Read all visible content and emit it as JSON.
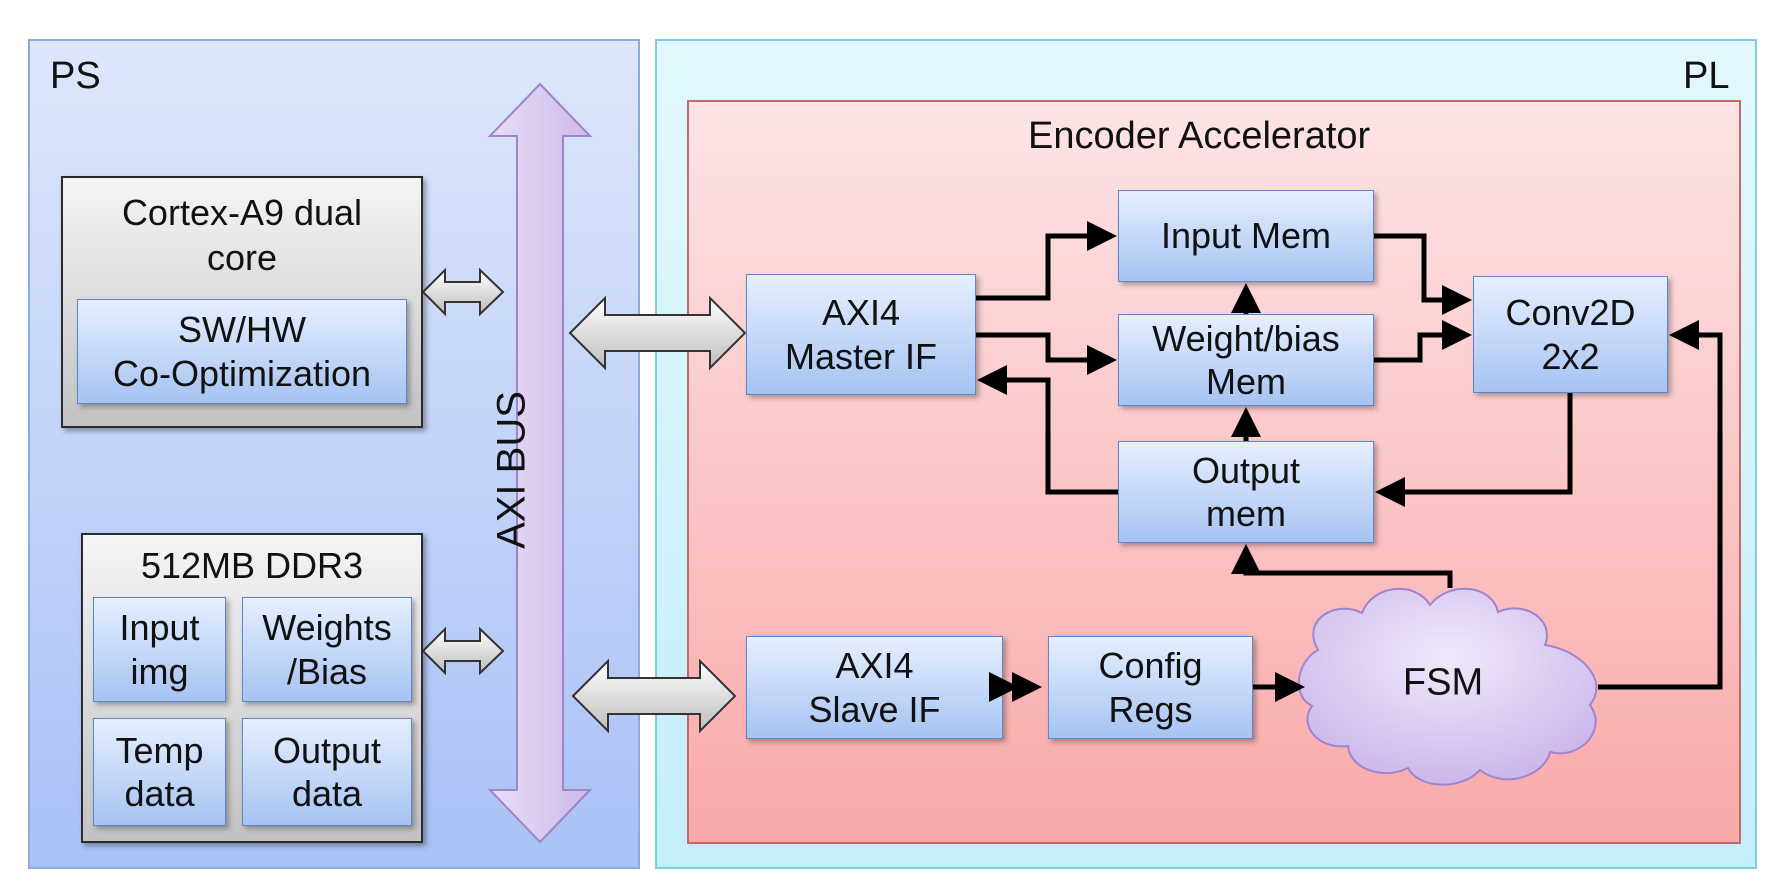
{
  "ps": {
    "label": "PS",
    "cpu": {
      "title_line1": "Cortex-A9 dual",
      "title_line2": "core",
      "sub_line1": "SW/HW",
      "sub_line2": "Co-Optimization"
    },
    "ddr": {
      "title": "512MB DDR3",
      "cells": [
        {
          "line1": "Input",
          "line2": "img"
        },
        {
          "line1": "Weights",
          "line2": "/Bias"
        },
        {
          "line1": "Temp",
          "line2": "data"
        },
        {
          "line1": "Output",
          "line2": "data"
        }
      ]
    },
    "bus_label": "AXI BUS"
  },
  "pl": {
    "label": "PL",
    "accelerator": {
      "title": "Encoder Accelerator",
      "blocks": {
        "axi_master": {
          "line1": "AXI4",
          "line2": "Master IF"
        },
        "input_mem": {
          "line1": "Input Mem"
        },
        "weight_mem": {
          "line1": "Weight/bias",
          "line2": "Mem"
        },
        "output_mem": {
          "line1": "Output",
          "line2": "mem"
        },
        "conv2d": {
          "line1": "Conv2D",
          "line2": "2x2"
        },
        "axi_slave": {
          "line1": "AXI4",
          "line2": "Slave IF"
        },
        "config_regs": {
          "line1": "Config",
          "line2": "Regs"
        },
        "fsm": {
          "label": "FSM"
        }
      }
    }
  },
  "colors": {
    "ps_fill": "#a9c1f6",
    "pl_fill": "#c4eef9",
    "accelerator_fill": "#f9a9a9",
    "block_fill": "#a6c3f2",
    "bus_arrow_fill": "#d9c8ee",
    "fsm_fill": "#d7c6ef",
    "connector": "#000000"
  }
}
